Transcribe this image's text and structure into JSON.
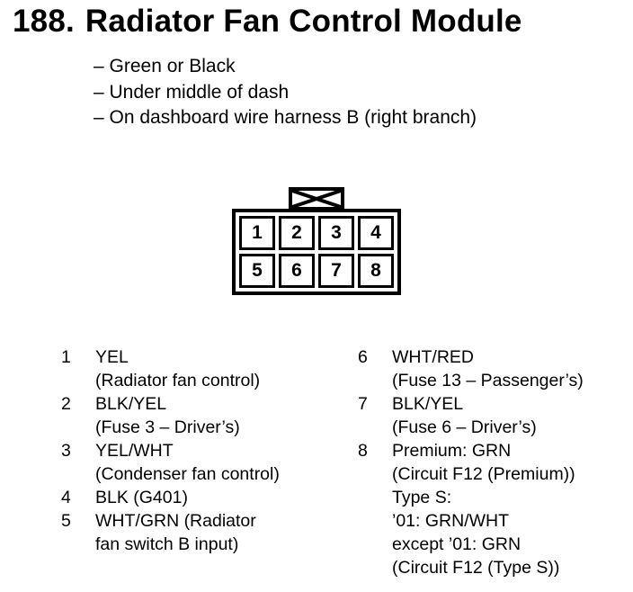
{
  "title": {
    "number": "188.",
    "text": "Radiator Fan Control Module"
  },
  "notes": [
    "Green or Black",
    "Under middle of dash",
    "On dashboard wire harness B (right branch)"
  ],
  "connector": {
    "pins_top": [
      "1",
      "2",
      "3",
      "4"
    ],
    "pins_bottom": [
      "5",
      "6",
      "7",
      "8"
    ]
  },
  "pinout": {
    "left": [
      {
        "no": "1",
        "lines": [
          "YEL",
          "(Radiator fan control)"
        ]
      },
      {
        "no": "2",
        "lines": [
          "BLK/YEL",
          "(Fuse 3 – Driver’s)"
        ]
      },
      {
        "no": "3",
        "lines": [
          "YEL/WHT",
          "(Condenser fan control)"
        ]
      },
      {
        "no": "4",
        "lines": [
          "BLK (G401)"
        ]
      },
      {
        "no": "5",
        "lines": [
          "WHT/GRN (Radiator",
          "fan switch B input)"
        ]
      }
    ],
    "right": [
      {
        "no": "6",
        "lines": [
          "WHT/RED",
          "(Fuse 13 – Passenger’s)"
        ]
      },
      {
        "no": "7",
        "lines": [
          "BLK/YEL",
          "(Fuse 6 – Driver’s)"
        ]
      },
      {
        "no": "8",
        "lines": [
          "Premium: GRN",
          "(Circuit F12 (Premium))",
          "Type S:",
          "’01: GRN/WHT",
          "except ’01: GRN",
          "(Circuit F12 (Type S))"
        ]
      }
    ]
  }
}
